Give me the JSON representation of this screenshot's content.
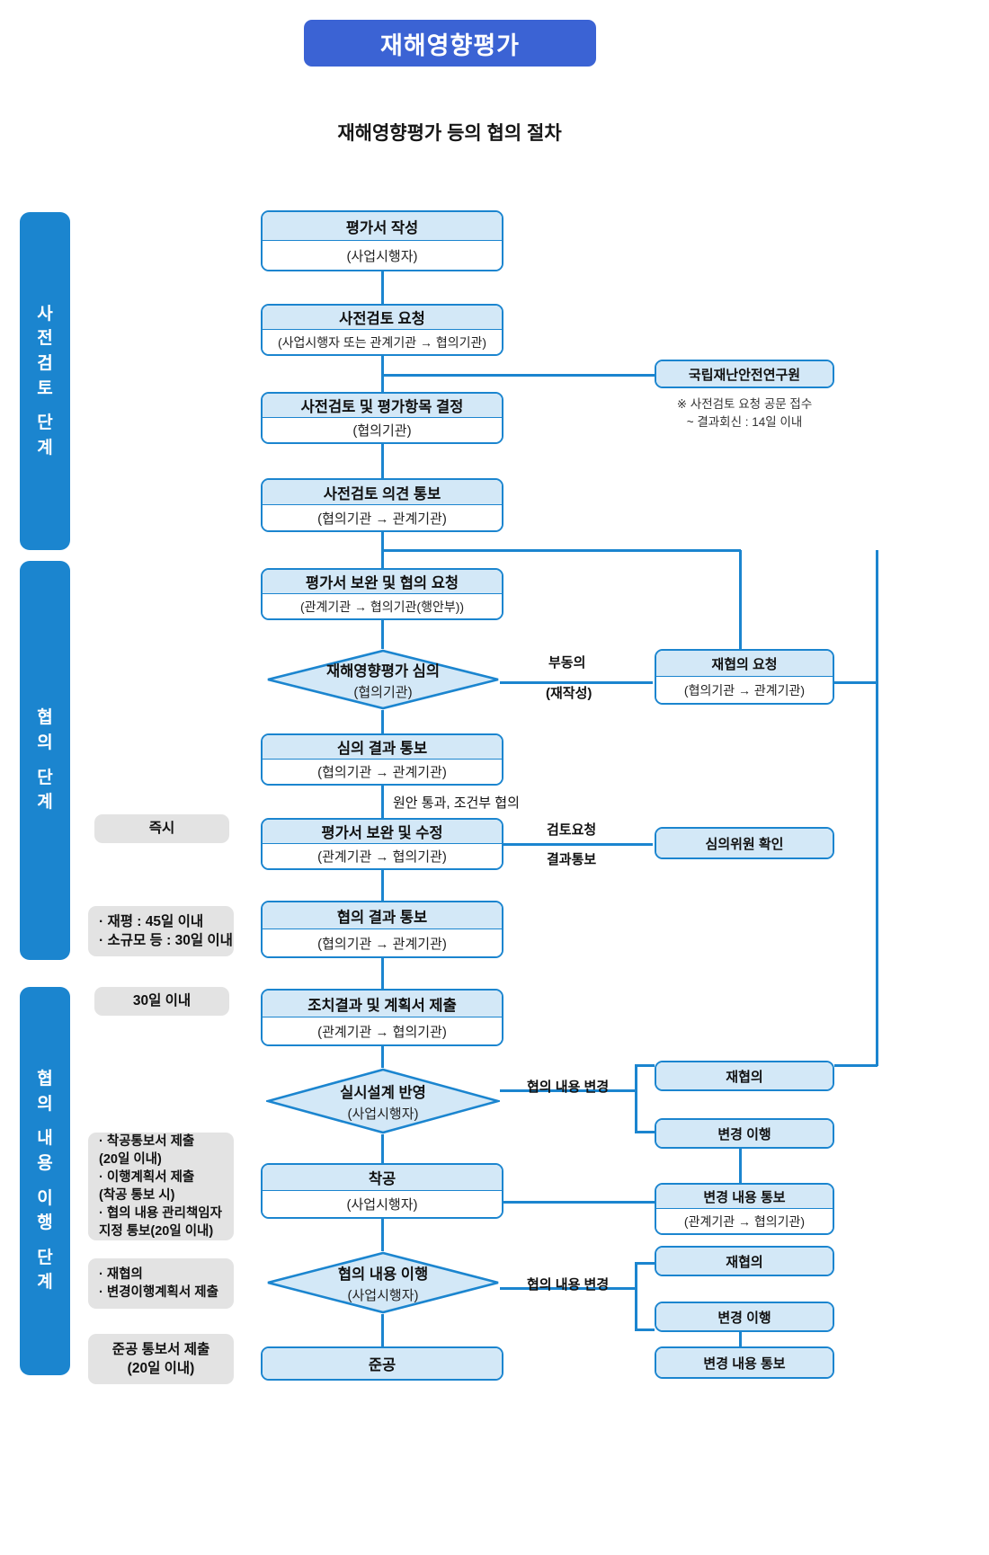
{
  "header": {
    "badge": "재해영향평가",
    "subtitle": "재해영향평가 등의 협의 절차"
  },
  "stages": [
    {
      "id": "pre-review",
      "chars": [
        "사",
        "전",
        "검",
        "토",
        "단",
        "계"
      ]
    },
    {
      "id": "consultation",
      "chars": [
        "협",
        "의",
        "단",
        "계"
      ]
    },
    {
      "id": "implementation",
      "chars": [
        "협",
        "의",
        "내",
        "용",
        "이",
        "행",
        "단",
        "계"
      ]
    }
  ],
  "nodes": {
    "n1": {
      "title": "평가서 작성",
      "sub": "(사업시행자)"
    },
    "n2": {
      "title": "사전검토 요청",
      "sub": "(사업시행자 또는 관계기관 → 협의기관)"
    },
    "n3": {
      "title": "사전검토 및 평가항목 결정",
      "sub": "(협의기관)"
    },
    "n4": {
      "title": "사전검토 의견 통보",
      "sub": "(협의기관 → 관계기관)"
    },
    "n5": {
      "title": "평가서 보완 및 협의 요청",
      "sub": "(관계기관 → 협의기관(행안부))"
    },
    "n6": {
      "title": "심의 결과 통보",
      "sub": "(협의기관 → 관계기관)"
    },
    "n7": {
      "title": "평가서 보완 및 수정",
      "sub": "(관계기관 → 협의기관)"
    },
    "n8": {
      "title": "협의 결과 통보",
      "sub": "(협의기관 → 관계기관)"
    },
    "n9": {
      "title": "조치결과 및 계획서 제출",
      "sub": "(관계기관 → 협의기관)"
    },
    "n10": {
      "title": "착공",
      "sub": "(사업시행자)"
    },
    "n11": {
      "title": "준공",
      "sub": ""
    },
    "r1": {
      "title": "국립재난안전연구원",
      "sub": ""
    },
    "r2": {
      "title": "재협의 요청",
      "sub": "(협의기관 → 관계기관)"
    },
    "r3": {
      "title": "심의위원 확인",
      "sub": ""
    },
    "r4": {
      "title": "재협의",
      "sub": ""
    },
    "r5": {
      "title": "변경 이행",
      "sub": ""
    },
    "r6": {
      "title": "변경 내용 통보",
      "sub": "(관계기관 → 협의기관)"
    },
    "r7": {
      "title": "재협의",
      "sub": ""
    },
    "r8": {
      "title": "변경 이행",
      "sub": ""
    },
    "r9": {
      "title": "변경 내용 통보",
      "sub": ""
    }
  },
  "decisions": {
    "d1": {
      "title": "재해영향평가 심의",
      "sub": "(협의기관)"
    },
    "d2": {
      "title": "실시설계 반영",
      "sub": "(사업시행자)"
    },
    "d3": {
      "title": "협의 내용 이행",
      "sub": "(사업시행자)"
    }
  },
  "notes": {
    "research_note": "※ 사전검토 요청 공문 접수\n~ 결과회신 : 14일 이내"
  },
  "edge_labels": {
    "disagree": "부동의",
    "rewrite": "(재작성)",
    "original_pass": "원안 통과, 조건부 협의",
    "review_request": "검토요청",
    "result_notice": "결과통보",
    "change_content_1": "협의 내용 변경",
    "change_content_2": "협의 내용 변경"
  },
  "chips": {
    "c1": {
      "lines": [
        "즉시"
      ]
    },
    "c2": {
      "lines": [
        "· 재평 : 45일 이내",
        "· 소규모 등 : 30일 이내"
      ]
    },
    "c3": {
      "lines": [
        "30일 이내"
      ]
    },
    "c4": {
      "lines": [
        "· 착공통보서 제출",
        "  (20일 이내)",
        "· 이행계획서 제출",
        "  (착공 통보 시)",
        "· 협의 내용 관리책임자",
        "  지정 통보(20일 이내)"
      ]
    },
    "c5": {
      "lines": [
        "· 재협의",
        "· 변경이행계획서 제출"
      ]
    },
    "c6": {
      "lines": [
        "준공 통보서 제출",
        "(20일 이내)"
      ]
    }
  },
  "colors": {
    "brand_blue": "#3b63d4",
    "rail_blue": "#1b85cf",
    "node_border": "#1b85cf",
    "node_header_fill": "#d3e8f7",
    "chip_gray": "#e3e3e3"
  }
}
